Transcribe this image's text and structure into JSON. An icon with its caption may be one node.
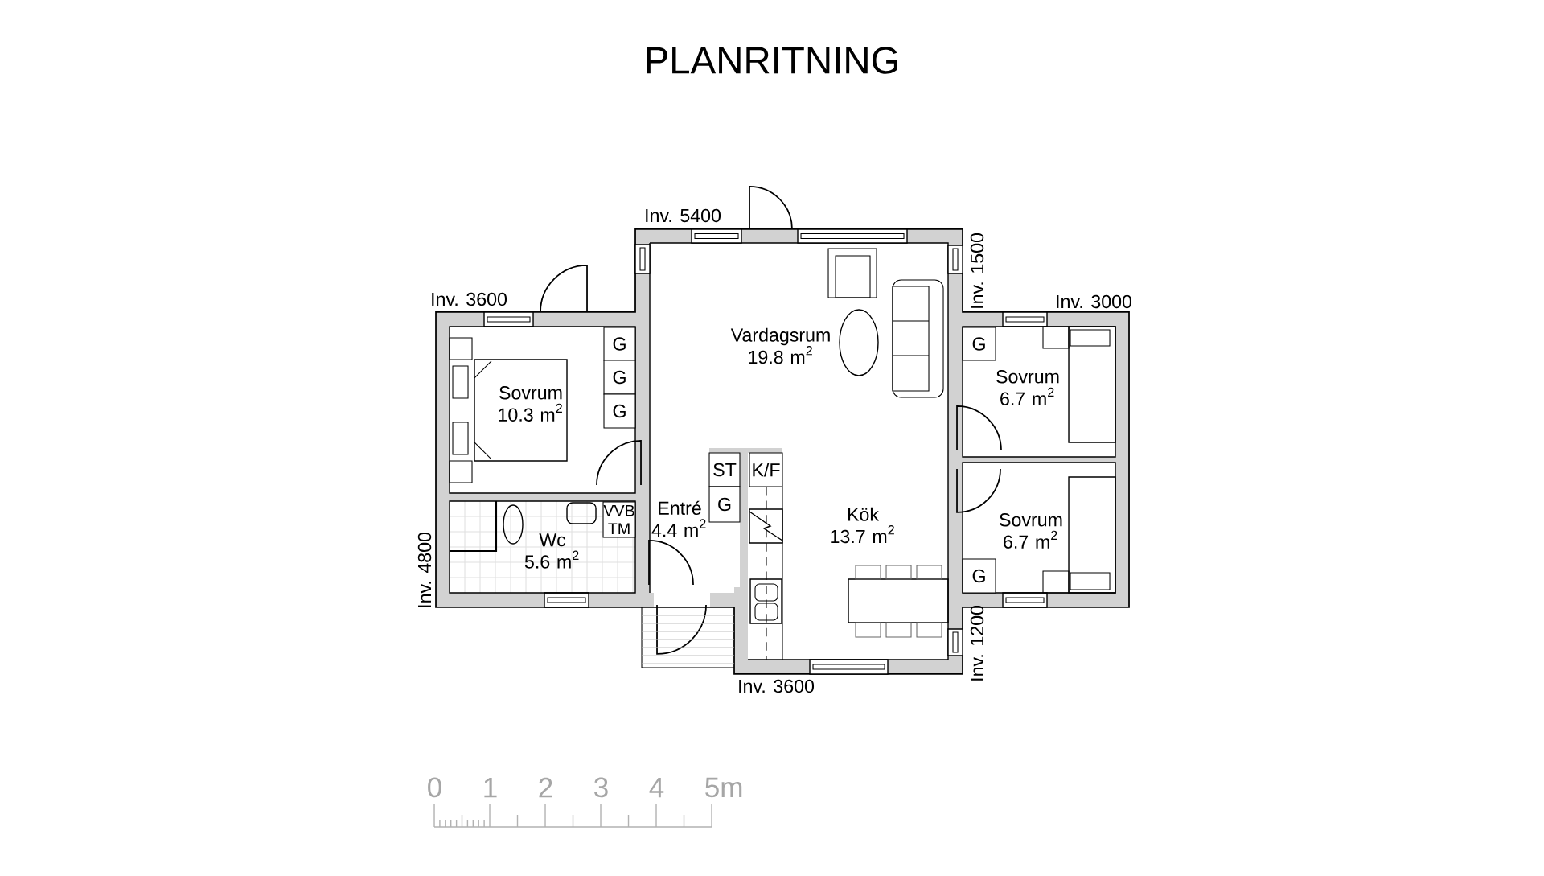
{
  "diagram": {
    "title": "PLANRITNING",
    "nodes": [
      {
        "text": [
          "Sovrum 10.3 m$^{2}$"
        ]
      },
      {
        "text": [
          "G"
        ],
        "in": 0
      },
      {
        "text": [
          "G"
        ],
        "in": 0
      },
      {
        "text": [
          "G"
        ],
        "in": 0
      },
      {
        "text": [
          "Vardagsrum 19.8 m$^{2}$",
          "Kök 13.7 m$^{2}$"
        ]
      },
      {
        "text": [
          "K/F"
        ]
      },
      {
        "text": [
          "Sovrum 6.7 m$^{2}$"
        ]
      },
      {
        "text": [
          "G"
        ],
        "in": 6
      },
      {
        "text": [
          "Entré 4.4 m$^{2}$"
        ]
      },
      {
        "text": [
          "ST"
        ]
      },
      {
        "text": [
          "G"
        ]
      },
      {
        "text": [
          "Wc 5.6 m$^{2}$"
        ]
      },
      {
        "text": [
          "VVB",
          "TM"
        ],
        "in": 11
      },
      {
        "text": [
          "Sovrum 6.7 m$^{2}$"
        ]
      },
      {
        "text": [
          "G"
        ],
        "in": 13
      }
    ],
    "labels": [
      "Inv. 5400",
      "Inv. 3600",
      "Inv. 1500",
      "Inv. 3000",
      "Inv. 4800",
      "Inv. 1200",
      "Inv. 3600",
      "0",
      "1",
      "2",
      "3",
      "4",
      "5m"
    ]
  }
}
